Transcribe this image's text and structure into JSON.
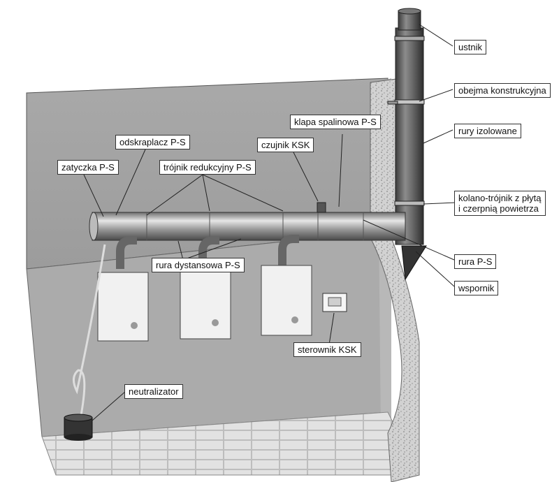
{
  "labels": {
    "ustnik": "ustnik",
    "obejma": "obejma konstrukcyjna",
    "rury_izolowane": "rury izolowane",
    "kolano": "kolano-trójnik z płytą\ni czerpnią powietrza",
    "rura_ps": "rura P-S",
    "wspornik": "wspornik",
    "sterownik": "sterownik KSK",
    "neutralizator": "neutralizator",
    "klapa": "klapa spalinowa P-S",
    "czujnik": "czujnik KSK",
    "odskraplacz": "odskraplacz P-S",
    "zatyczka": "zatyczka P-S",
    "trojnik": "trójnik redukcyjny P-S",
    "rura_dystansowa": "rura dystansowa P-S"
  }
}
